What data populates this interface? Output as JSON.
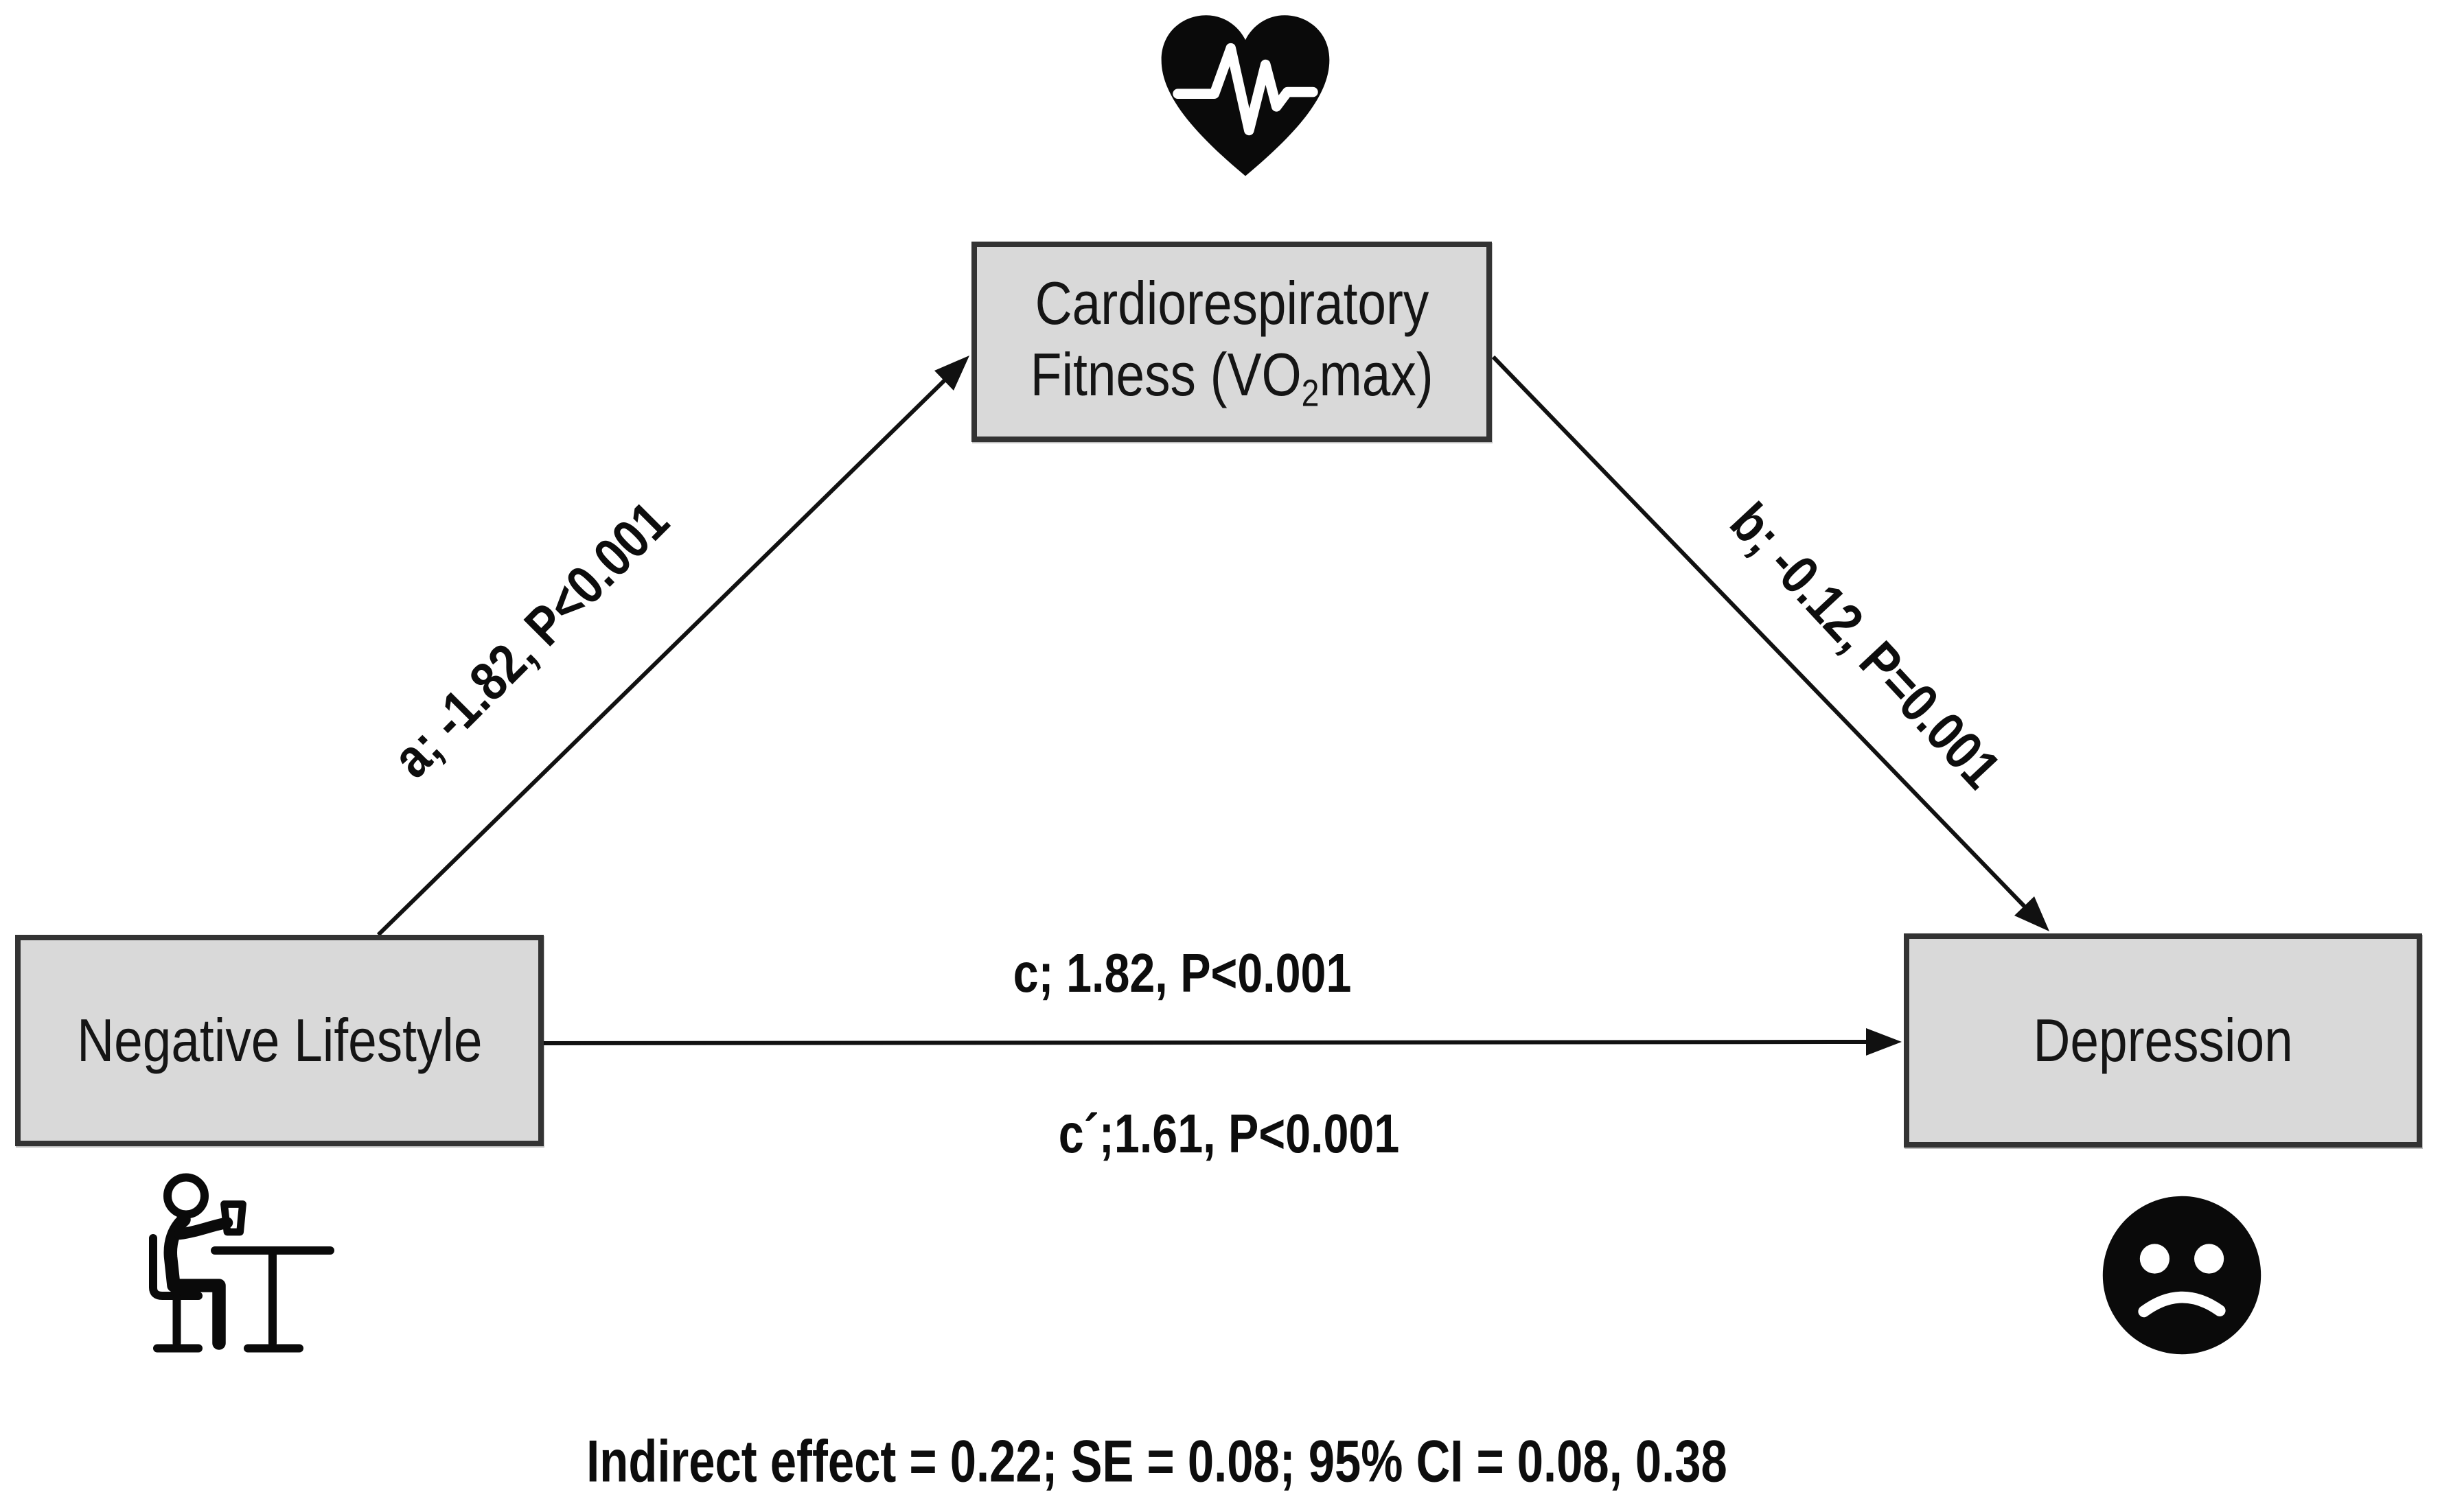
{
  "figure": {
    "type": "mediation-path-diagram",
    "background": "#ffffff",
    "colors": {
      "box_fill": "#d9d9d9",
      "box_border": "#333333",
      "arrow_line": "#111111",
      "text": "#0d0d0d",
      "icon": "#0a0a0a"
    },
    "nodes": {
      "mediator": {
        "line1": "Cardiorespiratory",
        "line2_pre": "Fitness (VO",
        "line2_sub": "2",
        "line2_post": "max)",
        "icon": "heart-pulse-icon"
      },
      "predictor": {
        "label": "Negative Lifestyle",
        "icon": "sedentary-person-icon"
      },
      "outcome": {
        "label": "Depression",
        "icon": "sad-face-icon"
      }
    },
    "paths": {
      "a": "a; -1.82, P<0.001",
      "b": "b; -0.12, P=0.001",
      "c": "c; 1.82, P<0.001",
      "c_prime": "c´;1.61, P<0.001"
    },
    "footer": "Indirect effect = 0.22; SE = 0.08; 95% CI = 0.08, 0.38"
  }
}
